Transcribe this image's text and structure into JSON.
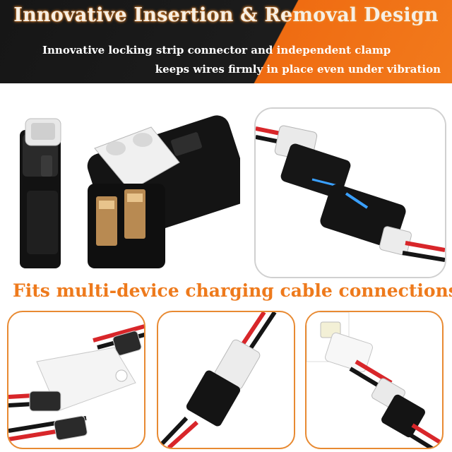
{
  "banner": {
    "title": "Innovative Insertion & Removal Design",
    "subtitle_line1": "Innovative locking strip connector and independent clamp",
    "subtitle_line2": "keeps wires firmly in place even under vibration"
  },
  "section": {
    "heading": "Fits multi-device charging cable connections."
  },
  "colors": {
    "banner_dark": "#161616",
    "banner_accent": "#ef6c12",
    "heading_orange": "#ee7a1c",
    "card_border_orange": "#e88a32",
    "wire_red": "#d8262a",
    "wire_black": "#151515"
  }
}
